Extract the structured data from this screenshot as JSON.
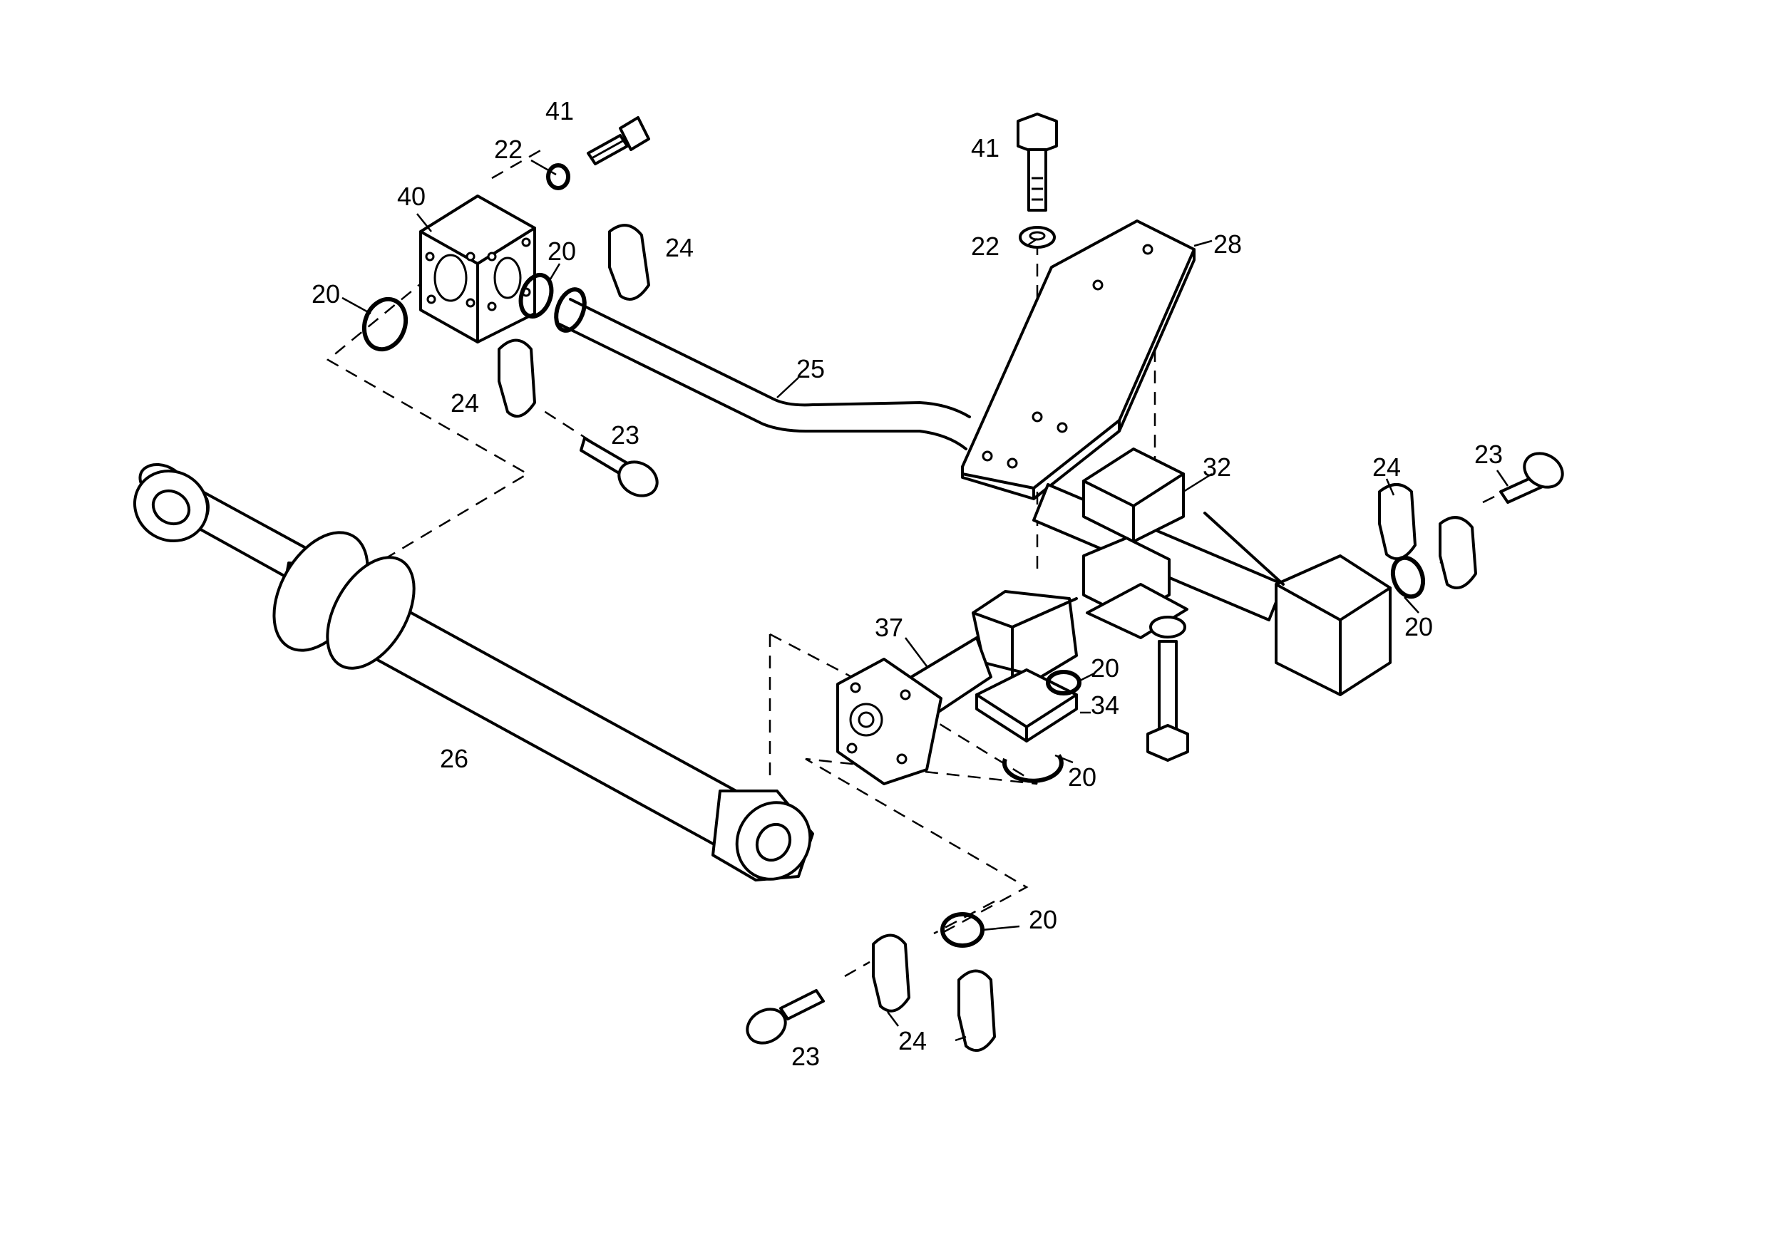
{
  "diagram": {
    "labels": [
      {
        "id": "l41a",
        "text": "41"
      },
      {
        "id": "l22a",
        "text": "22"
      },
      {
        "id": "l40",
        "text": "40"
      },
      {
        "id": "l20a",
        "text": "20"
      },
      {
        "id": "l20b",
        "text": "20"
      },
      {
        "id": "l24a",
        "text": "24"
      },
      {
        "id": "l24b",
        "text": "24"
      },
      {
        "id": "l23a",
        "text": "23"
      },
      {
        "id": "l25",
        "text": "25"
      },
      {
        "id": "l41b",
        "text": "41"
      },
      {
        "id": "l22b",
        "text": "22"
      },
      {
        "id": "l28",
        "text": "28"
      },
      {
        "id": "l32",
        "text": "32"
      },
      {
        "id": "l24c",
        "text": "24"
      },
      {
        "id": "l23b",
        "text": "23"
      },
      {
        "id": "l20c",
        "text": "20"
      },
      {
        "id": "l37",
        "text": "37"
      },
      {
        "id": "l20d",
        "text": "20"
      },
      {
        "id": "l34",
        "text": "34"
      },
      {
        "id": "l20e",
        "text": "20"
      },
      {
        "id": "l26",
        "text": "26"
      },
      {
        "id": "l20f",
        "text": "20"
      },
      {
        "id": "l23c",
        "text": "23"
      },
      {
        "id": "l24d",
        "text": "24"
      }
    ]
  }
}
